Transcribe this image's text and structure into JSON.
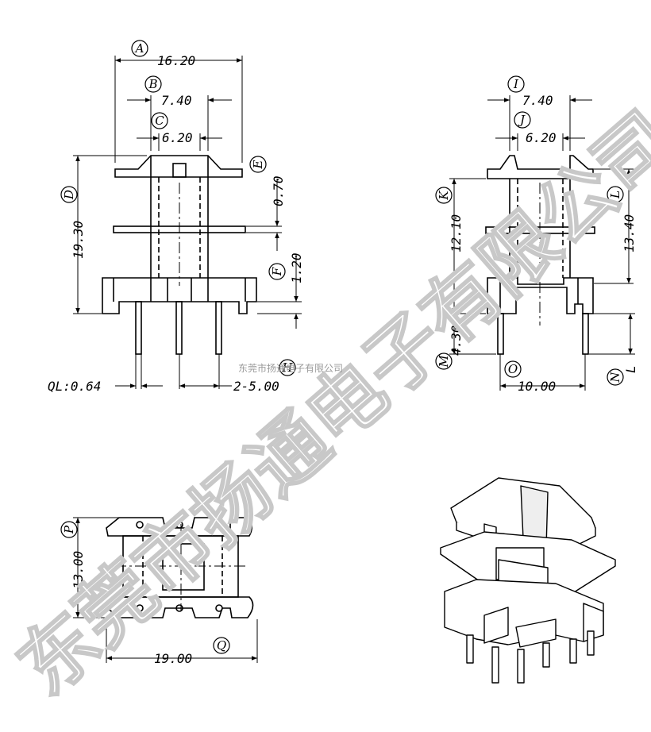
{
  "views": {
    "front": {
      "dims": {
        "A": "16.20",
        "B": "7.40",
        "C": "6.20",
        "D": "19.30",
        "E": "0.70",
        "F": "1.20",
        "H": "2-5.00",
        "QL": "QL:0.64"
      }
    },
    "side": {
      "dims": {
        "I": "7.40",
        "J": "6.20",
        "K": "12.10",
        "L": "13.40",
        "M": "4.30",
        "O": "10.00",
        "N": "L"
      }
    },
    "bottom": {
      "dims": {
        "P": "13.00",
        "Q": "19.00"
      }
    }
  },
  "labels": [
    "A",
    "B",
    "C",
    "D",
    "E",
    "F",
    "H",
    "I",
    "J",
    "K",
    "L",
    "M",
    "N",
    "O",
    "P",
    "Q"
  ],
  "watermark": {
    "big": "东莞市扬通电子有限公司",
    "small": "东莞市扬通电子有限公司"
  },
  "colors": {
    "line": "#000000",
    "watermark": "#c8c8c8"
  }
}
